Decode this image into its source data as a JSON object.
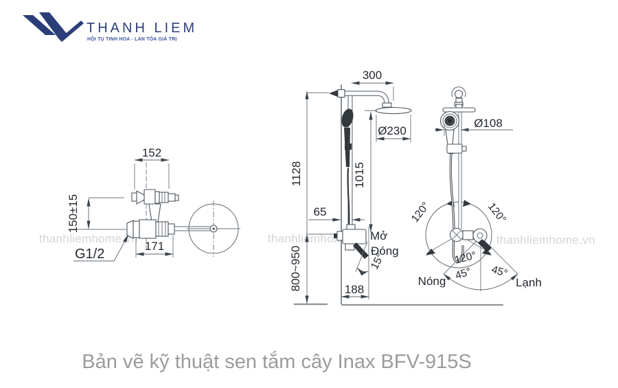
{
  "brand": {
    "name": "THANH LIEM",
    "tagline": "HỘI TỤ TINH HOA - LAN TỎA GIÁ TRỊ"
  },
  "watermark": {
    "text": "thanhliemhome.vn"
  },
  "caption": {
    "text": "Bản vẽ kỹ thuật sen tắm cây Inax BFV-915S"
  },
  "drawing": {
    "side_view": {
      "dim_width_top": "152",
      "dim_height": "150±15",
      "dim_width_bottom": "171",
      "thread_label": "G1/2"
    },
    "front_column": {
      "dim_arm_length": "300",
      "dim_rain_head": "Ø230",
      "dim_total_height": "1128",
      "dim_column_height": "1015",
      "dim_wall_gap": "65",
      "dim_mount_height": "800~950",
      "dim_base_width": "188",
      "label_open": "Mở",
      "label_close": "Đóng",
      "angle_lever": "15°"
    },
    "front_view": {
      "dim_hand_head": "Ø108",
      "angle_top_left": "120°",
      "angle_top_right": "120°",
      "angle_bottom": "120°",
      "angle_hot": "45°",
      "angle_cold": "45°",
      "label_hot": "Nóng",
      "label_cold": "Lạnh"
    }
  },
  "colors": {
    "brand_navy": "#2c3e78",
    "line_gray": "#5d6770",
    "text_dark": "#23282e",
    "caption_gray": "#9b9b9b",
    "watermark_gray": "#d0d0d0"
  }
}
